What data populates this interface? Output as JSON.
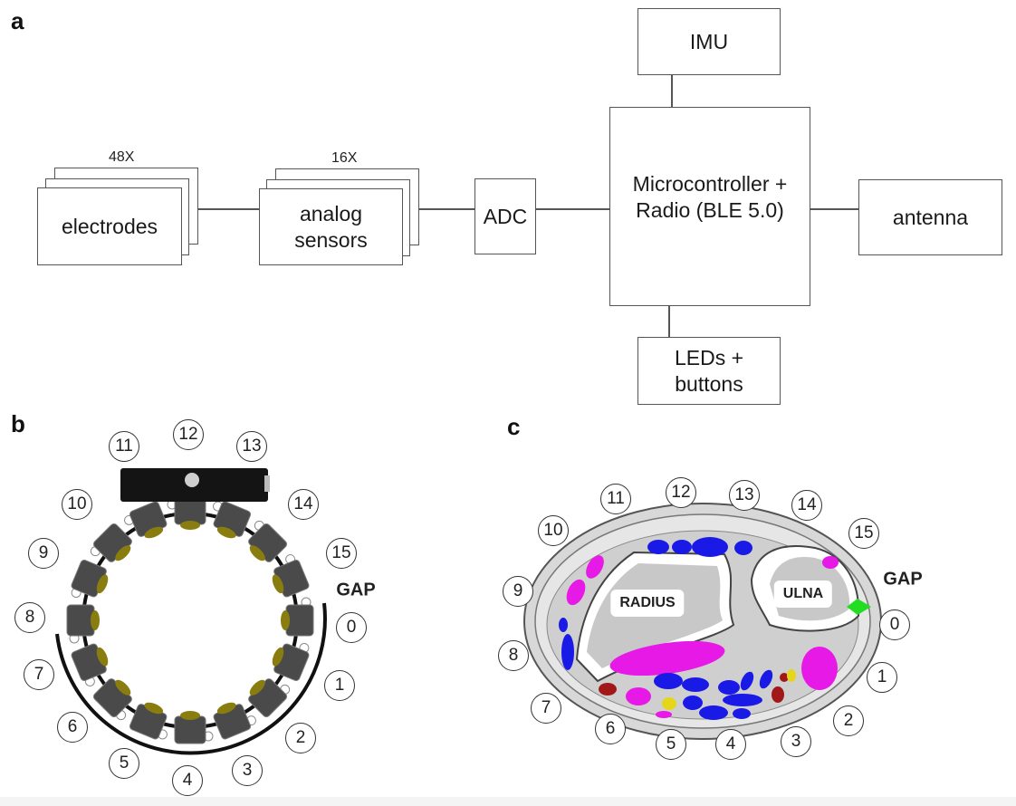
{
  "panels": {
    "a": {
      "label": "a",
      "blocks": {
        "electrodes": {
          "label": "electrodes",
          "multiplicity": "48X"
        },
        "analog_sensors": {
          "label": "analog\nsensors",
          "multiplicity": "16X"
        },
        "adc": {
          "label": "ADC"
        },
        "mcu": {
          "label": "Microcontroller +\nRadio (BLE 5.0)"
        },
        "imu": {
          "label": "IMU"
        },
        "leds": {
          "label": "LEDs +\nbuttons"
        },
        "antenna": {
          "label": "antenna"
        }
      }
    },
    "b": {
      "label": "b",
      "gap_label": "GAP",
      "channels": [
        "0",
        "1",
        "2",
        "3",
        "4",
        "5",
        "6",
        "7",
        "8",
        "9",
        "10",
        "11",
        "12",
        "13",
        "14",
        "15"
      ]
    },
    "c": {
      "label": "c",
      "gap_label": "GAP",
      "bones": {
        "radius": "RADIUS",
        "ulna": "ULNA"
      },
      "channels": [
        "0",
        "1",
        "2",
        "3",
        "4",
        "5",
        "6",
        "7",
        "8",
        "9",
        "10",
        "11",
        "12",
        "13",
        "14",
        "15"
      ],
      "colors": {
        "tendon_blue": "#1a1ae6",
        "muscle_magenta": "#e619e6",
        "artery_red": "#a01818",
        "nerve_yellow": "#e6d61a",
        "gap_marker": "#22dd22"
      }
    }
  }
}
